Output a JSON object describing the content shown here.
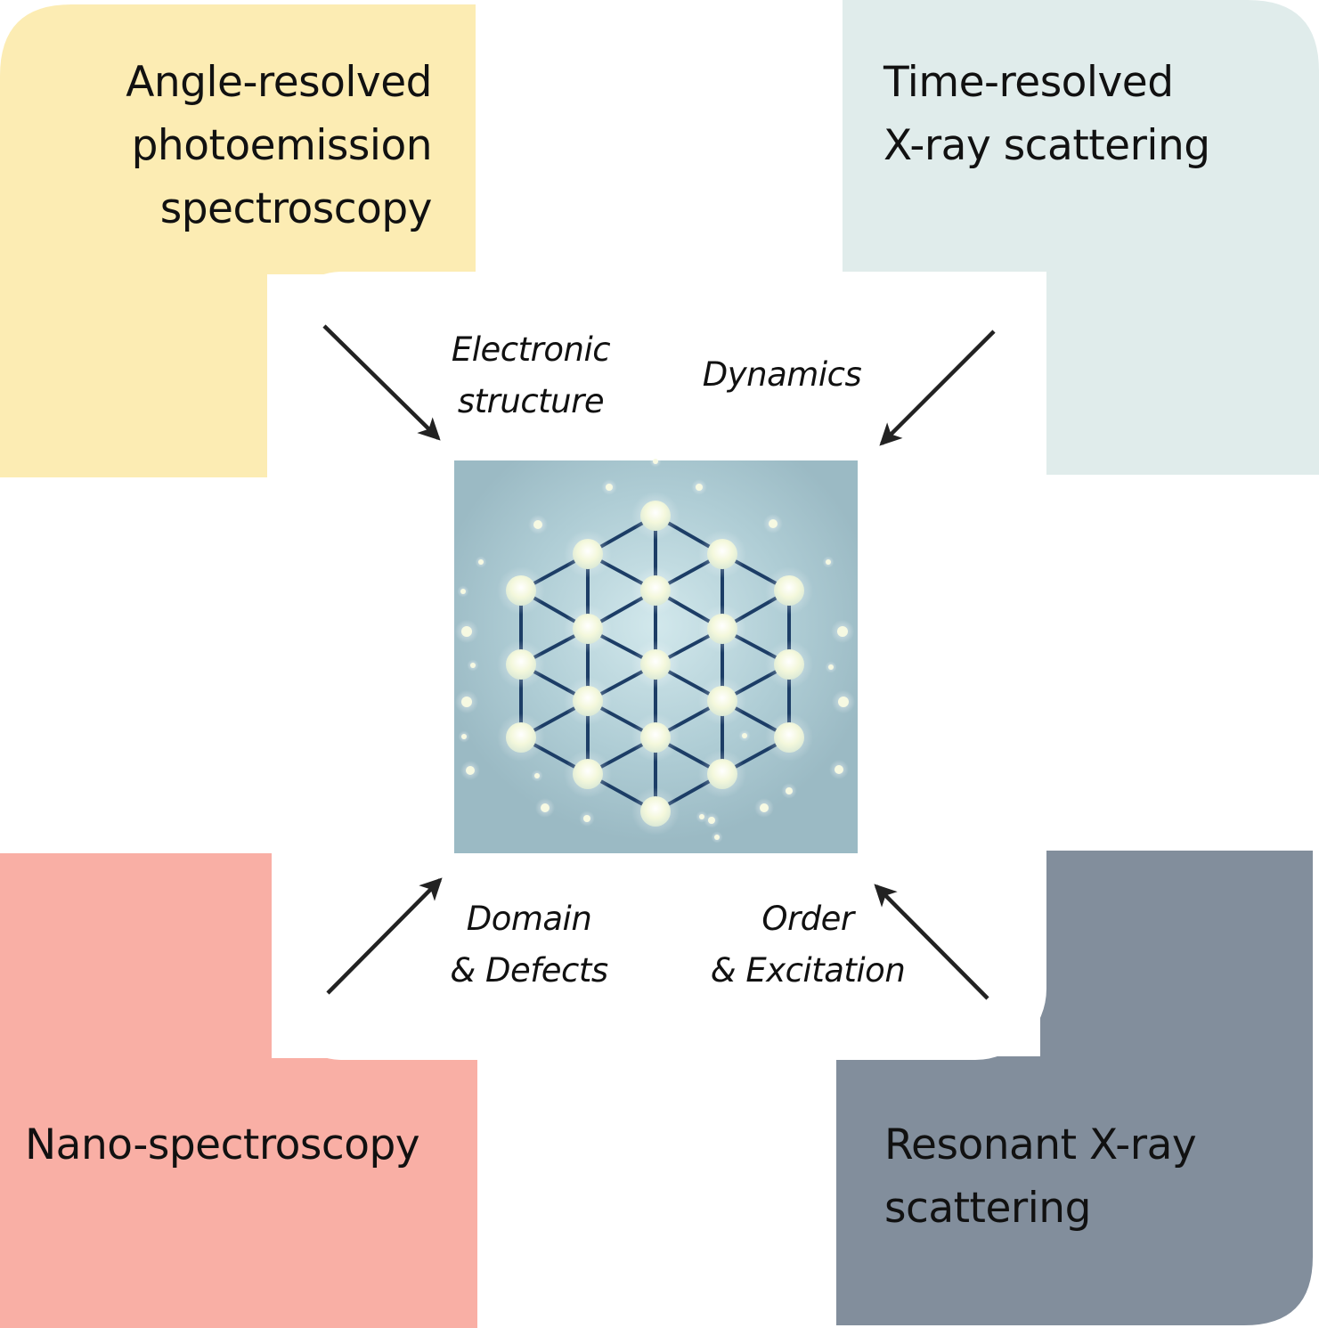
{
  "colors": {
    "arpes": "#fcecb3",
    "trxs": "#e0eceb",
    "nano": "#f9afa5",
    "rxs": "#828e9c",
    "center": "#ffffff",
    "arrow": "#222222",
    "lattice_bg": "#9dbdc7",
    "lattice_glow": "#cfe6ea",
    "node": "#f3f7d6",
    "bond": "#1c3d66"
  },
  "techniques": {
    "arpes": {
      "label": "Angle-resolved\nphotoemission\nspectroscopy"
    },
    "trxs": {
      "label": "Time-resolved\nX-ray scattering"
    },
    "nano": {
      "label": "Nano-spectroscopy"
    },
    "rxs": {
      "label": "Resonant X-ray\nscattering"
    }
  },
  "probes": {
    "electronic": "Electronic\nstructure",
    "dynamics": "Dynamics",
    "domain": "Domain\n& Defects",
    "order": "Order\n& Excitation"
  },
  "icons": {
    "center": "hexagonal-lattice-icon"
  }
}
